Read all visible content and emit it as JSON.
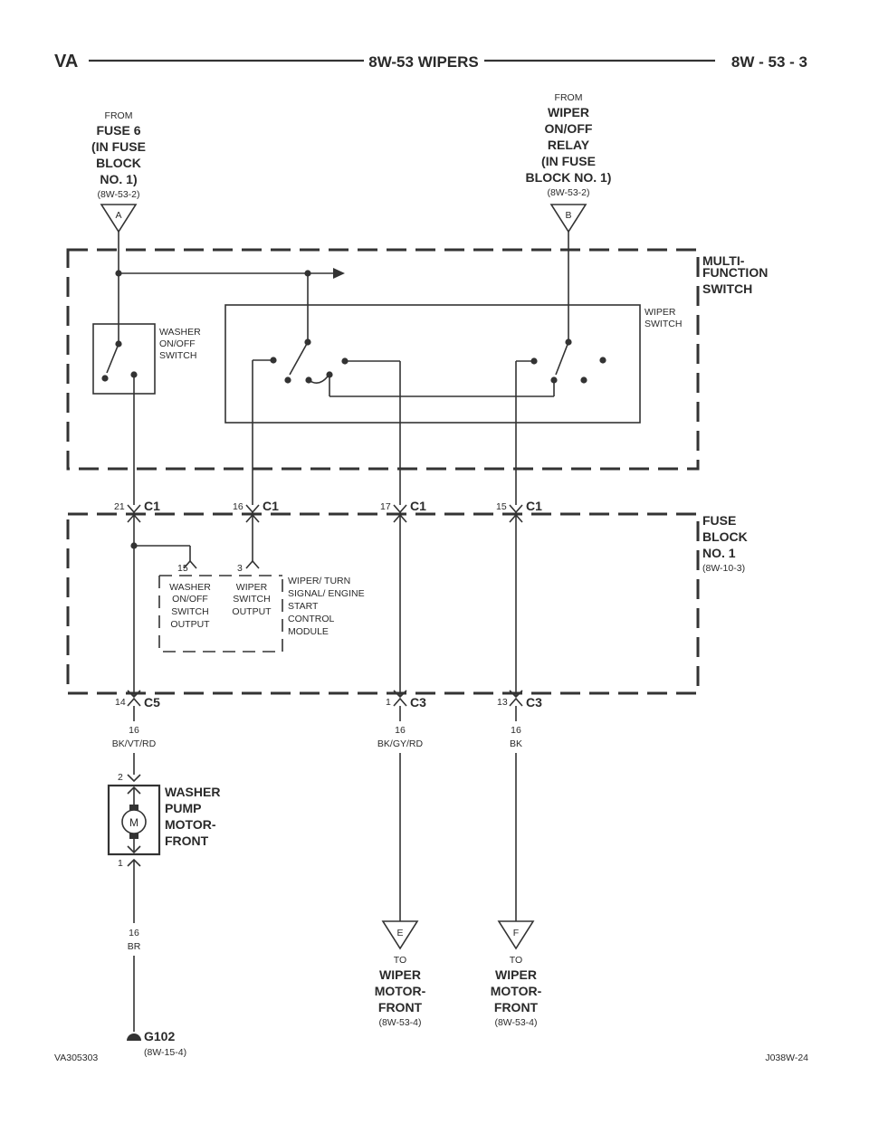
{
  "header": {
    "left": "VA",
    "center": "8W-53 WIPERS",
    "right": "8W - 53 - 3"
  },
  "source_a": {
    "from": "FROM",
    "name_lines": [
      "FUSE 6",
      "(IN FUSE",
      "BLOCK",
      "NO. 1)"
    ],
    "ref": "(8W-53-2)",
    "connector": "A"
  },
  "source_b": {
    "from": "FROM",
    "name_lines": [
      "WIPER",
      "ON/OFF",
      "RELAY",
      "(IN FUSE",
      "BLOCK NO. 1)"
    ],
    "ref": "(8W-53-2)",
    "connector": "B"
  },
  "multifunction": {
    "label_lines": [
      "MULTI-",
      "FUNCTION",
      "SWITCH"
    ],
    "washer_switch_lines": [
      "WASHER",
      "ON/OFF",
      "SWITCH"
    ],
    "wiper_switch_lines": [
      "WIPER",
      "SWITCH"
    ]
  },
  "fuse_block": {
    "label_lines": [
      "FUSE",
      "BLOCK",
      "NO. 1"
    ],
    "ref": "(8W-10-3)",
    "module_lines": [
      "WIPER/ TURN",
      "SIGNAL/ ENGINE",
      "START",
      "CONTROL",
      "MODULE"
    ],
    "washer_output_lines": [
      "WASHER",
      "ON/OFF",
      "SWITCH",
      "OUTPUT"
    ],
    "wiper_output_lines": [
      "WIPER",
      "SWITCH",
      "OUTPUT"
    ],
    "pin_washer": "15",
    "pin_wiper": "3"
  },
  "connectors_top": [
    {
      "pin": "21",
      "name": "C1"
    },
    {
      "pin": "16",
      "name": "C1"
    },
    {
      "pin": "17",
      "name": "C1"
    },
    {
      "pin": "15",
      "name": "C1"
    }
  ],
  "connectors_bottom": [
    {
      "pin": "14",
      "name": "C5"
    },
    {
      "pin": "1",
      "name": "C3"
    },
    {
      "pin": "13",
      "name": "C3"
    }
  ],
  "wires": [
    {
      "gauge": "16",
      "color": "BK/VT/RD"
    },
    {
      "gauge": "16",
      "color": "BK/GY/RD"
    },
    {
      "gauge": "16",
      "color": "BK"
    },
    {
      "gauge": "16",
      "color": "BR"
    }
  ],
  "washer_pump": {
    "label_lines": [
      "WASHER",
      "PUMP",
      "MOTOR-",
      "FRONT"
    ],
    "motor_symbol": "M",
    "pin_top": "2",
    "pin_bottom": "1"
  },
  "dest_e": {
    "connector": "E",
    "to": "TO",
    "name_lines": [
      "WIPER",
      "MOTOR-",
      "FRONT"
    ],
    "ref": "(8W-53-4)"
  },
  "dest_f": {
    "connector": "F",
    "to": "TO",
    "name_lines": [
      "WIPER",
      "MOTOR-",
      "FRONT"
    ],
    "ref": "(8W-53-4)"
  },
  "ground": {
    "name": "G102",
    "ref": "(8W-15-4)"
  },
  "footer": {
    "left": "VA305303",
    "right": "J038W-24"
  }
}
